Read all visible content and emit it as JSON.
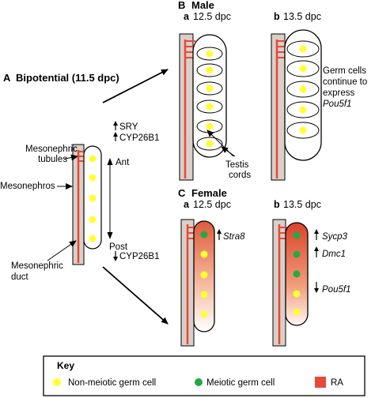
{
  "panel_a": {
    "letter": "A",
    "title": "Bipotential (11.5 dpc)",
    "labels": {
      "tubules_line1": "Mesonephric",
      "tubules_line2": "tubules",
      "mesonephros": "Mesonephros",
      "duct_line1": "Mesonephric",
      "duct_line2": "duct",
      "ant": "Ant",
      "post": "Post"
    },
    "arrow_up_labels": [
      "SRY",
      "CYP26B1"
    ],
    "arrow_down_labels": [
      "CYP26B1"
    ]
  },
  "panel_b": {
    "letter": "B",
    "title": "Male",
    "sub_a_letter": "a",
    "sub_a_stage": "12.5 dpc",
    "sub_b_letter": "b",
    "sub_b_stage": "13.5 dpc",
    "testis_cords_line1": "Testis",
    "testis_cords_line2": "cords",
    "germ_text": [
      "Germ cells",
      "continue to",
      "express"
    ],
    "germ_gene": "Pou5f1"
  },
  "panel_c": {
    "letter": "C",
    "title": "Female",
    "sub_a_letter": "a",
    "sub_a_stage": "12.5 dpc",
    "sub_b_letter": "b",
    "sub_b_stage": "13.5 dpc",
    "stra8": "Stra8",
    "sycp3": "Sycp3",
    "dmc1": "Dmc1",
    "pou5f1": "Pou5f1"
  },
  "key": {
    "title": "Key",
    "items": [
      {
        "label": "Non-meiotic germ cell",
        "color": "#ffff33"
      },
      {
        "label": "Meiotic germ cell",
        "color": "#22aa44"
      },
      {
        "label": "RA",
        "color": "#e8483a"
      }
    ]
  },
  "colors": {
    "mesonephros_fill": "#d9d0c9",
    "ra_red": "#e8483a",
    "non_meiotic": "#ffff33",
    "meiotic": "#22aa44",
    "female_gradient_top": "#e05a3a",
    "female_gradient_bottom": "#ffffff"
  }
}
